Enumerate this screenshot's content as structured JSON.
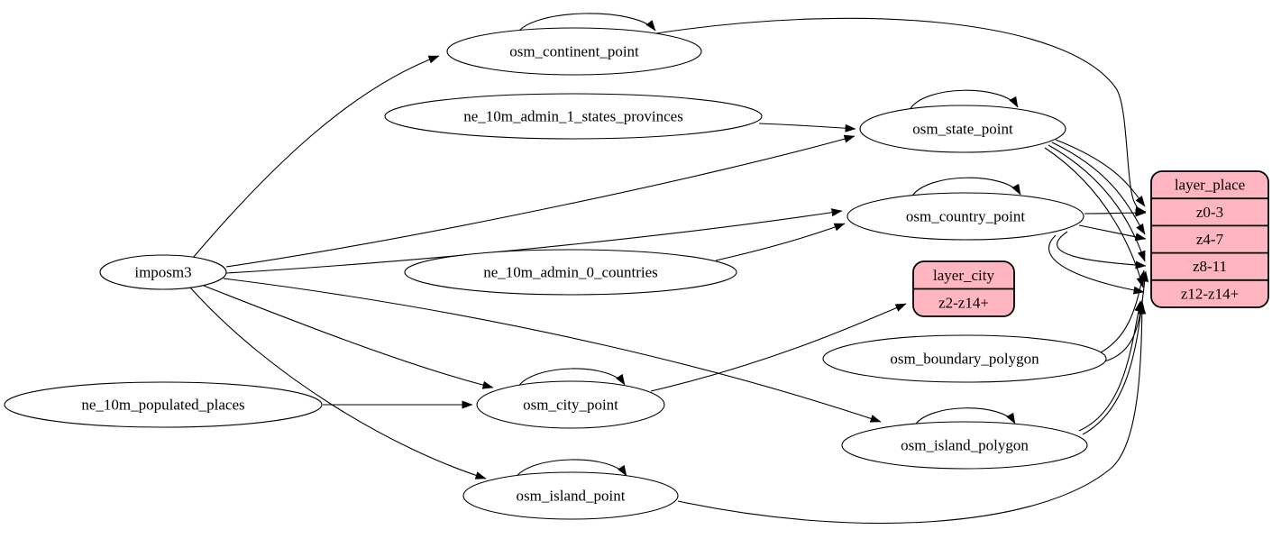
{
  "diagram": {
    "kind": "etl-graph",
    "colors": {
      "background": "#ffffff",
      "ellipse_fill": "#ffffff",
      "record_fill": "#ffb6c1",
      "stroke": "#000000"
    },
    "nodes": [
      {
        "id": "imposm3",
        "label": "imposm3",
        "shape": "ellipse",
        "self_loop": false
      },
      {
        "id": "osm_continent_point",
        "label": "osm_continent_point",
        "shape": "ellipse",
        "self_loop": true
      },
      {
        "id": "ne_10m_admin_1_states_provinces",
        "label": "ne_10m_admin_1_states_provinces",
        "shape": "ellipse",
        "self_loop": false
      },
      {
        "id": "osm_state_point",
        "label": "osm_state_point",
        "shape": "ellipse",
        "self_loop": true
      },
      {
        "id": "osm_country_point",
        "label": "osm_country_point",
        "shape": "ellipse",
        "self_loop": true
      },
      {
        "id": "ne_10m_admin_0_countries",
        "label": "ne_10m_admin_0_countries",
        "shape": "ellipse",
        "self_loop": false
      },
      {
        "id": "layer_city",
        "label": "layer_city",
        "shape": "record",
        "rows": [
          "z2-z14+"
        ]
      },
      {
        "id": "osm_boundary_polygon",
        "label": "osm_boundary_polygon",
        "shape": "ellipse",
        "self_loop": false
      },
      {
        "id": "osm_city_point",
        "label": "osm_city_point",
        "shape": "ellipse",
        "self_loop": true
      },
      {
        "id": "ne_10m_populated_places",
        "label": "ne_10m_populated_places",
        "shape": "ellipse",
        "self_loop": false
      },
      {
        "id": "osm_island_polygon",
        "label": "osm_island_polygon",
        "shape": "ellipse",
        "self_loop": true
      },
      {
        "id": "osm_island_point",
        "label": "osm_island_point",
        "shape": "ellipse",
        "self_loop": true
      },
      {
        "id": "layer_place",
        "label": "layer_place",
        "shape": "record",
        "rows": [
          "z0-3",
          "z4-7",
          "z8-11",
          "z12-z14+"
        ]
      }
    ],
    "edges": [
      {
        "from": "imposm3",
        "to": "osm_continent_point"
      },
      {
        "from": "imposm3",
        "to": "osm_state_point"
      },
      {
        "from": "imposm3",
        "to": "osm_country_point"
      },
      {
        "from": "imposm3",
        "to": "osm_city_point"
      },
      {
        "from": "imposm3",
        "to": "osm_island_point"
      },
      {
        "from": "imposm3",
        "to": "osm_island_polygon"
      },
      {
        "from": "ne_10m_admin_1_states_provinces",
        "to": "osm_state_point"
      },
      {
        "from": "ne_10m_admin_0_countries",
        "to": "osm_country_point"
      },
      {
        "from": "ne_10m_populated_places",
        "to": "osm_city_point"
      },
      {
        "from": "osm_continent_point",
        "to": "osm_continent_point"
      },
      {
        "from": "osm_state_point",
        "to": "osm_state_point"
      },
      {
        "from": "osm_country_point",
        "to": "osm_country_point"
      },
      {
        "from": "osm_city_point",
        "to": "osm_city_point"
      },
      {
        "from": "osm_island_point",
        "to": "osm_island_point"
      },
      {
        "from": "osm_island_polygon",
        "to": "osm_island_polygon"
      },
      {
        "from": "osm_city_point",
        "to": "layer_city",
        "port": "z2-z14+"
      },
      {
        "from": "osm_continent_point",
        "to": "layer_place",
        "port": "z0-3"
      },
      {
        "from": "osm_country_point",
        "to": "layer_place",
        "port": "z0-3"
      },
      {
        "from": "osm_country_point",
        "to": "layer_place",
        "port": "z4-7"
      },
      {
        "from": "osm_country_point",
        "to": "layer_place",
        "port": "z8-11"
      },
      {
        "from": "osm_country_point",
        "to": "layer_place",
        "port": "z12-z14+"
      },
      {
        "from": "osm_state_point",
        "to": "layer_place",
        "port": "z0-3"
      },
      {
        "from": "osm_state_point",
        "to": "layer_place",
        "port": "z4-7"
      },
      {
        "from": "osm_state_point",
        "to": "layer_place",
        "port": "z8-11"
      },
      {
        "from": "osm_state_point",
        "to": "layer_place",
        "port": "z12-z14+"
      },
      {
        "from": "osm_island_polygon",
        "to": "layer_place",
        "port": "z8-11"
      },
      {
        "from": "osm_island_polygon",
        "to": "layer_place",
        "port": "z12-z14+"
      },
      {
        "from": "osm_boundary_polygon",
        "to": "layer_place",
        "port": "z8-11"
      },
      {
        "from": "osm_boundary_polygon",
        "to": "layer_place",
        "port": "z12-z14+"
      },
      {
        "from": "osm_island_point",
        "to": "layer_place",
        "port": "z12-z14+"
      }
    ]
  }
}
